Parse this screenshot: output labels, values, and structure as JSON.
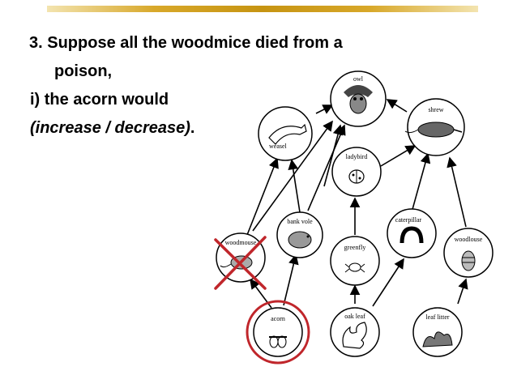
{
  "slide": {
    "line1": "3. Suppose all the woodmice died from a",
    "line2": "poison,",
    "line3": "i) the acorn would",
    "line4_italic": "(increase / decrease)",
    "line4_end": "."
  },
  "colors": {
    "accent_bar": "#c69412",
    "highlight_circle": "#c0262b",
    "cross": "#c0262b"
  },
  "food_web": {
    "organisms": {
      "owl": "owl",
      "shrew": "shrew",
      "weasel": "weasel",
      "ladybird": "ladybird",
      "bank_vole": "bank vole",
      "woodmouse": "woodmouse",
      "greenfly": "greenfly",
      "caterpillar": "caterpillar",
      "woodlouse": "woodlouse",
      "acorn": "acorn",
      "oak_leaf": "oak leaf",
      "leaf_litter": "leaf litter"
    }
  }
}
